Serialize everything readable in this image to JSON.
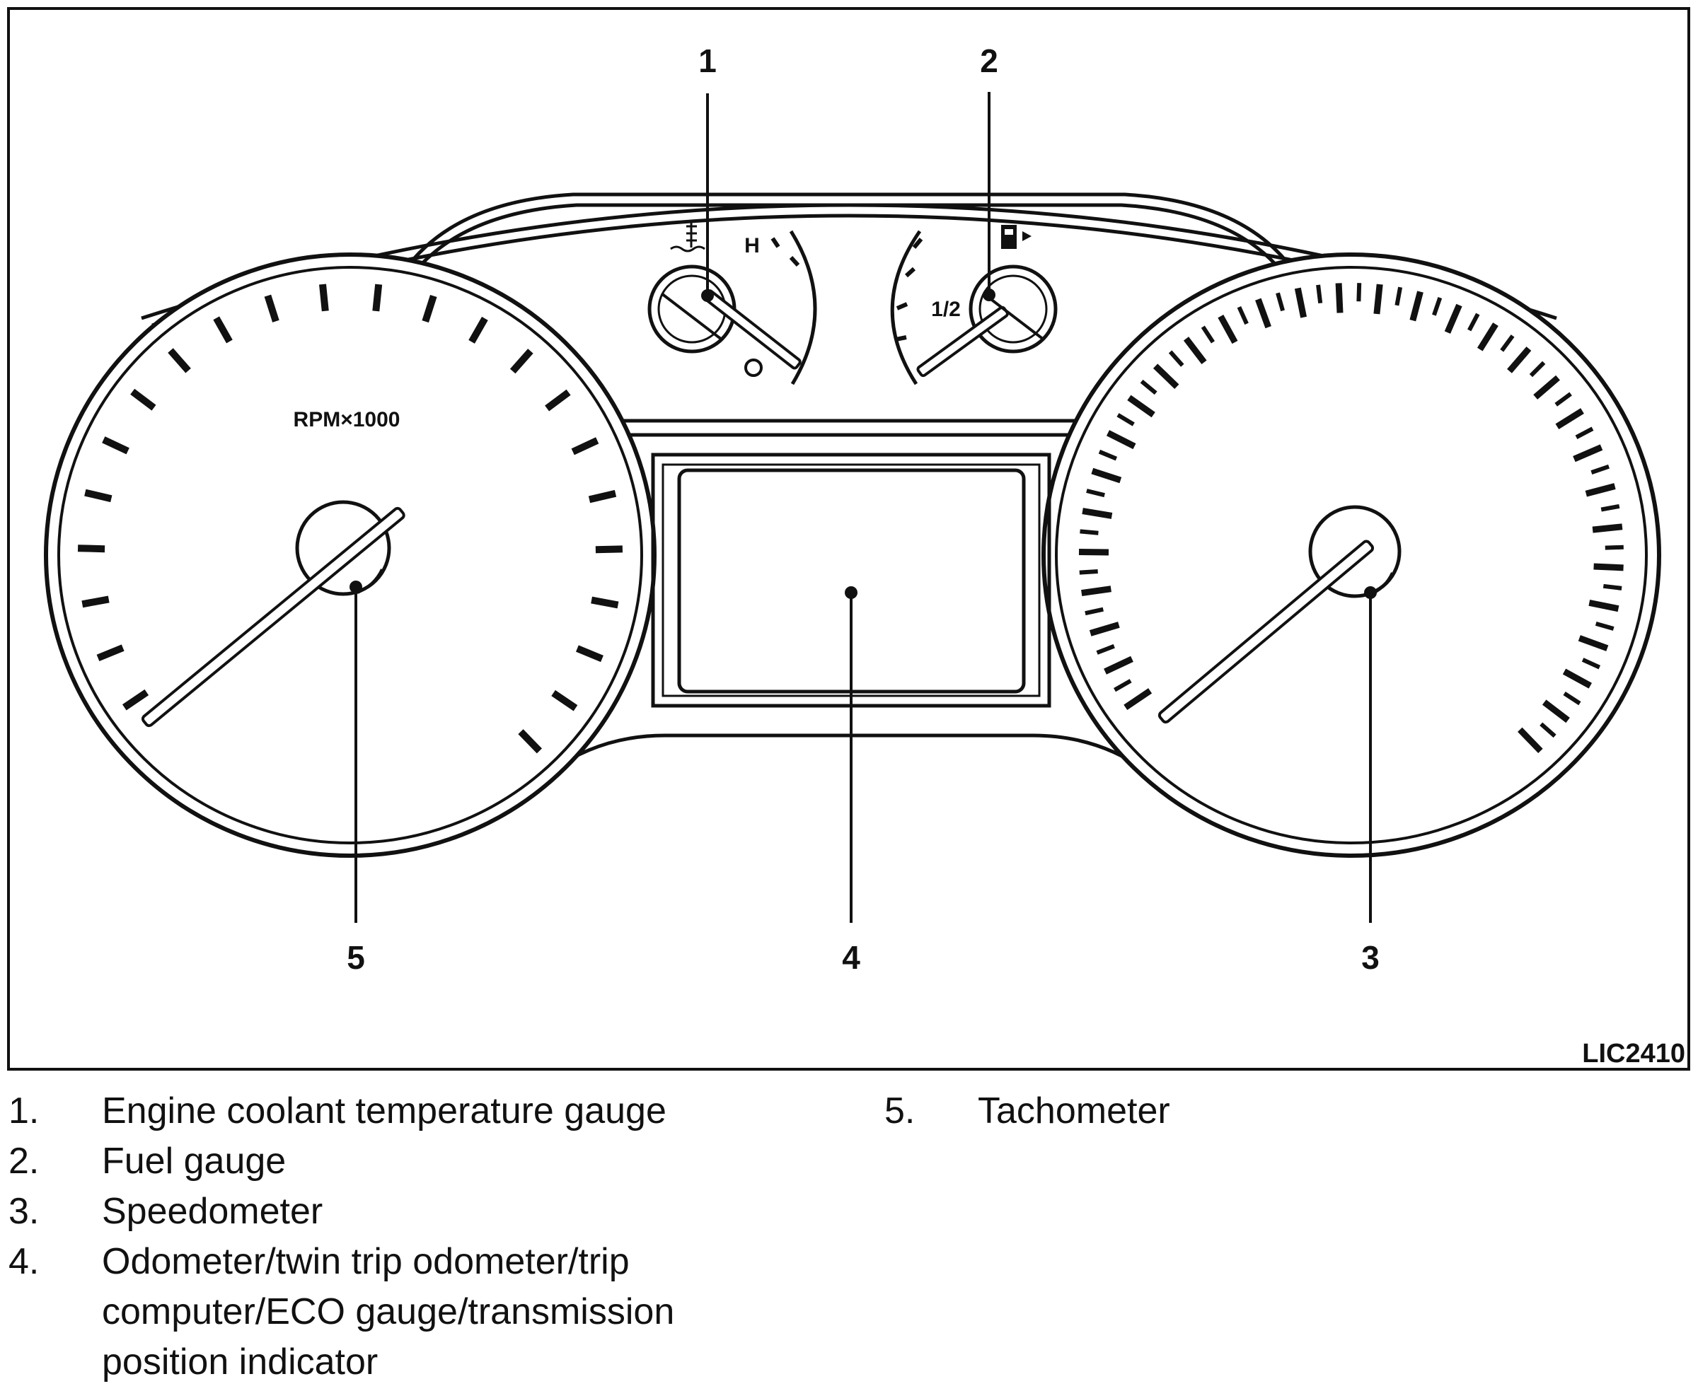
{
  "diagram": {
    "callouts": [
      "1",
      "2",
      "3",
      "4",
      "5"
    ],
    "tach_scale_label": "RPM×1000",
    "temp_hot_label": "H",
    "fuel_half_label": "1/2",
    "figure_code": "LIC2410",
    "icons": [
      "coolant-temperature-icon",
      "fuel-pump-icon"
    ]
  },
  "legend": {
    "items": [
      {
        "num": "1.",
        "text": "Engine coolant temperature gauge"
      },
      {
        "num": "2.",
        "text": "Fuel gauge"
      },
      {
        "num": "3.",
        "text": "Speedometer"
      },
      {
        "num": "4.",
        "text": "Odometer/twin trip odometer/trip computer/ECO gauge/transmission position indicator"
      },
      {
        "num": "5.",
        "text": "Tachometer"
      }
    ]
  },
  "colors": {
    "ink": "#111111",
    "paper": "#ffffff"
  }
}
